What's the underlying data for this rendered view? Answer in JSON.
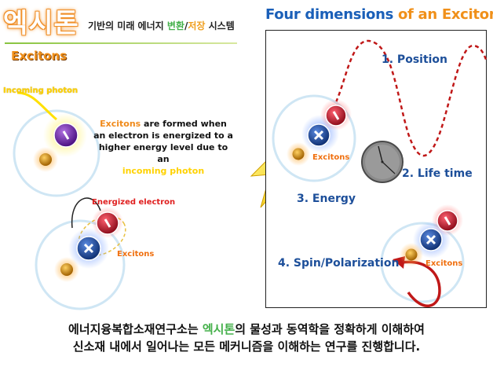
{
  "header": {
    "title": "엑시톤",
    "subtitle_pre": "기반의 미래 에너지 ",
    "subtitle_green": "변환",
    "subtitle_slash": "/",
    "subtitle_orange": "저장",
    "subtitle_post": " 시스템"
  },
  "left": {
    "heading": "Excitons",
    "incoming_photon": "Incoming photon",
    "explain_kw": "Excitons",
    "explain_text": " are formed when an electron is energized to a higher energy level due to an",
    "explain_kw2": "incoming photon",
    "energized_electron": "Energized electron",
    "excitons_label": "Excitons"
  },
  "right": {
    "title_blue": "Four dimensions",
    "title_orange": " of an Exciton",
    "position": "1. Position",
    "life_time": "2. Life time",
    "energy": "3. Energy",
    "spin": "4. Spin/Polarization",
    "excitons_label_a": "Excitons",
    "excitons_label_b": "Excitons"
  },
  "caption": {
    "line1_pre": "에너지융복합소재연구소는 ",
    "line1_green": "엑시톤",
    "line1_post": "의 물성과 동역학을 정확하게 이해하여",
    "line2": "신소재 내에서 일어나는 모든 메커니즘을 이해하는 연구를 진행합니다."
  },
  "colors": {
    "orange_accent": "#f0901a",
    "green_accent": "#44b04a",
    "blue_label": "#1d4f9a",
    "electron_red": "#c0182a",
    "hole_blue": "#1a4fa0",
    "photon_purple": "#6a1fa0",
    "nucleus_gold": "#c8860a",
    "wave_red": "#c01818"
  }
}
